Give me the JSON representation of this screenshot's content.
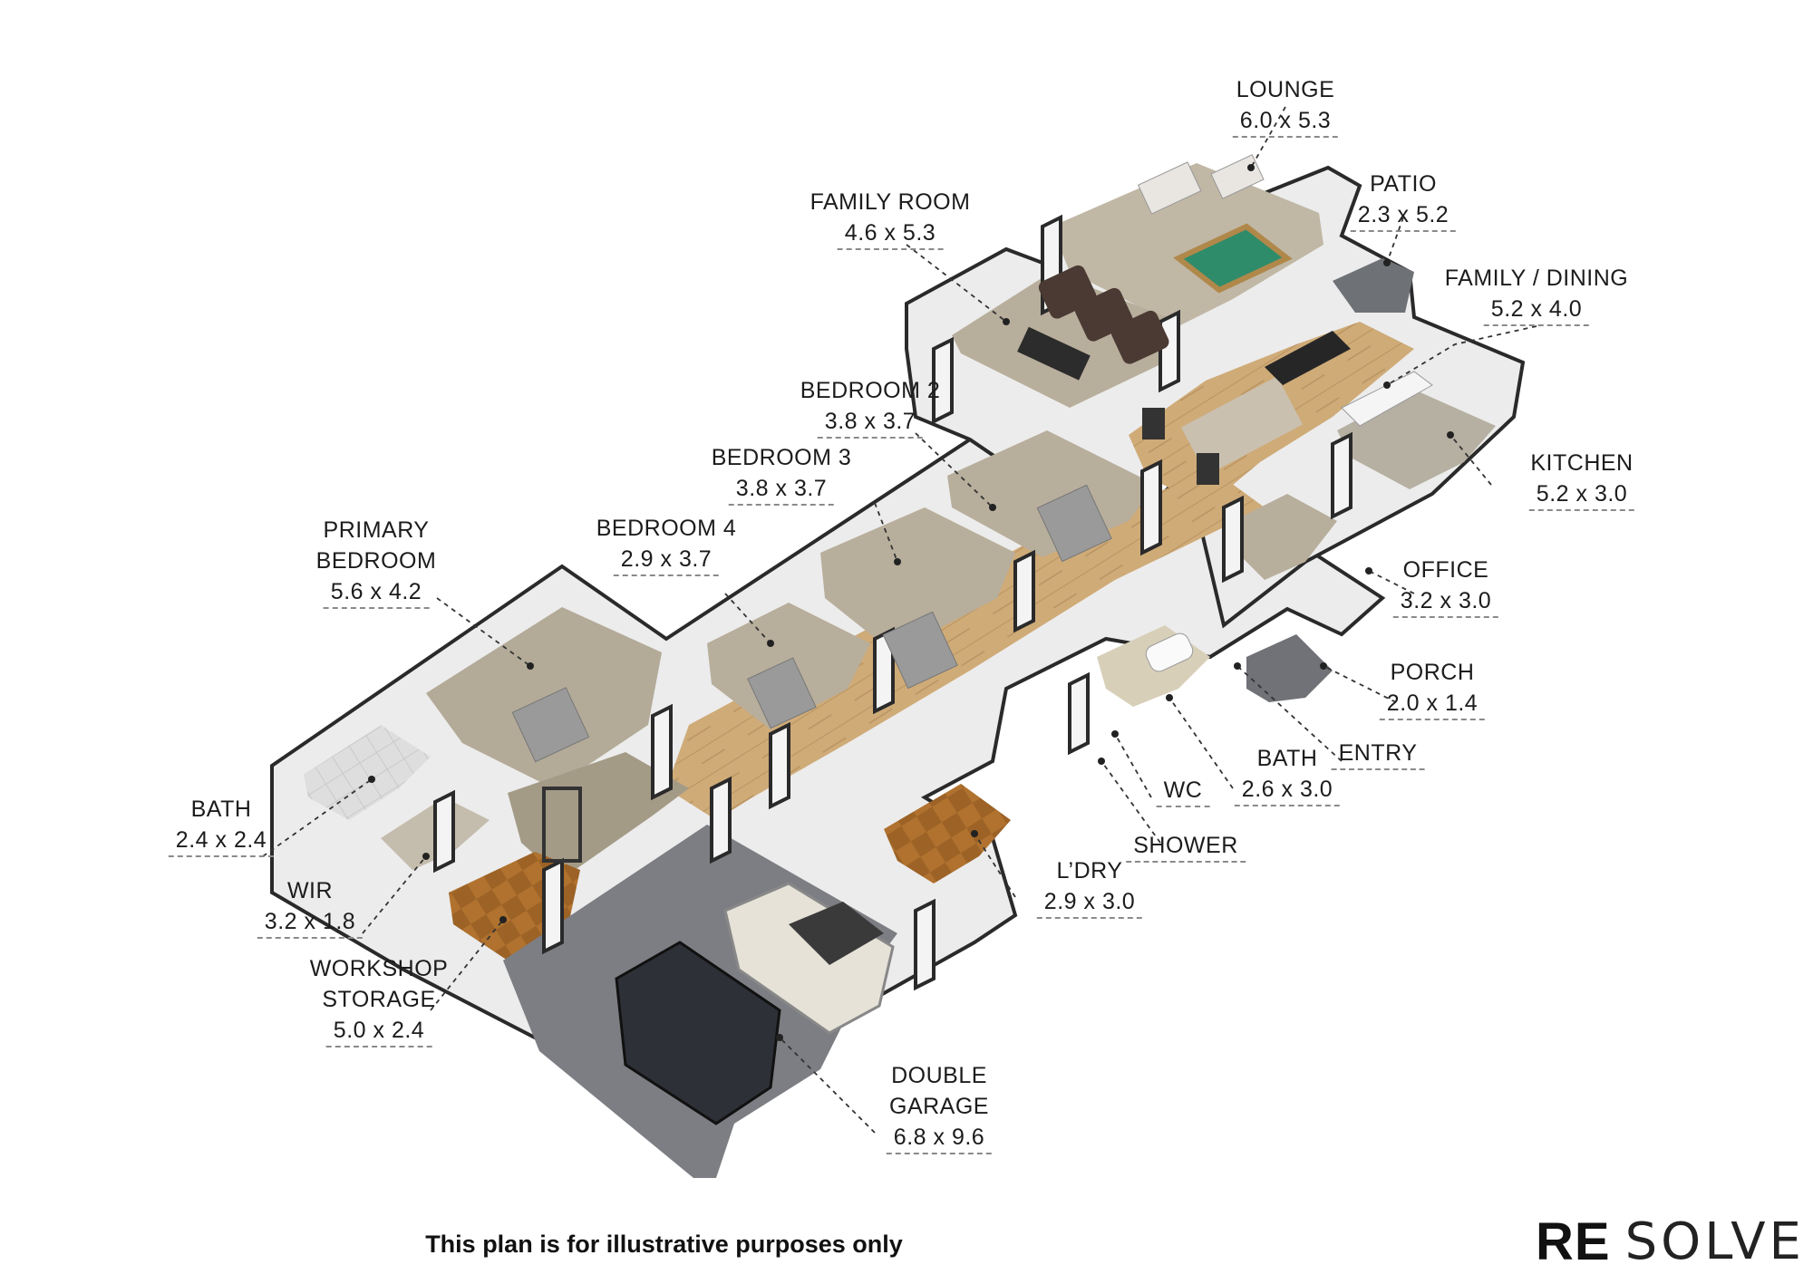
{
  "rooms": [
    {
      "id": "lounge",
      "name": "LOUNGE",
      "dims": "6.0 x 5.3"
    },
    {
      "id": "patio",
      "name": "PATIO",
      "dims": "2.3 x 5.2"
    },
    {
      "id": "family-room",
      "name": "FAMILY ROOM",
      "dims": "4.6 x 5.3"
    },
    {
      "id": "family-dining",
      "name": "FAMILY / DINING",
      "dims": "5.2 x 4.0"
    },
    {
      "id": "bedroom-2",
      "name": "BEDROOM 2",
      "dims": "3.8 x 3.7"
    },
    {
      "id": "bedroom-3",
      "name": "BEDROOM 3",
      "dims": "3.8 x 3.7"
    },
    {
      "id": "kitchen",
      "name": "KITCHEN",
      "dims": "5.2 x 3.0"
    },
    {
      "id": "bedroom-4",
      "name": "BEDROOM 4",
      "dims": "2.9 x 3.7"
    },
    {
      "id": "primary-bedroom",
      "name": "PRIMARY BEDROOM",
      "name_lines": [
        "PRIMARY",
        "BEDROOM"
      ],
      "dims": "5.6 x 4.2"
    },
    {
      "id": "office",
      "name": "OFFICE",
      "dims": "3.2 x 3.0"
    },
    {
      "id": "porch",
      "name": "PORCH",
      "dims": "2.0 x 1.4"
    },
    {
      "id": "entry",
      "name": "ENTRY",
      "dims": ""
    },
    {
      "id": "bath-main",
      "name": "BATH",
      "dims": "2.6 x 3.0"
    },
    {
      "id": "wc",
      "name": "WC",
      "dims": ""
    },
    {
      "id": "shower",
      "name": "SHOWER",
      "dims": ""
    },
    {
      "id": "bath-ensuite",
      "name": "BATH",
      "dims": "2.4 x 2.4"
    },
    {
      "id": "wir",
      "name": "WIR",
      "dims": "3.2 x 1.8"
    },
    {
      "id": "laundry",
      "name": "L’DRY",
      "dims": "2.9 x 3.0"
    },
    {
      "id": "workshop",
      "name": "WORKSHOP STORAGE",
      "name_lines": [
        "WORKSHOP",
        "STORAGE"
      ],
      "dims": "5.0 x 2.4"
    },
    {
      "id": "garage",
      "name": "DOUBLE GARAGE",
      "name_lines": [
        "DOUBLE",
        "GARAGE"
      ],
      "dims": "6.8 x 9.6"
    }
  ],
  "disclaimer": "This plan is for illustrative purposes only",
  "logo": {
    "text": "RE SOLVE",
    "part1": "RE",
    "part2": "SOLVE"
  },
  "colors": {
    "carpet": "#b9b1a1",
    "wood": "#c9a36e",
    "timber": "#a86a2c",
    "concrete": "#7b7d81",
    "wall": "#f2f2f2",
    "wall_top": "#2b2b2b",
    "tile": "#d9d9d9"
  }
}
